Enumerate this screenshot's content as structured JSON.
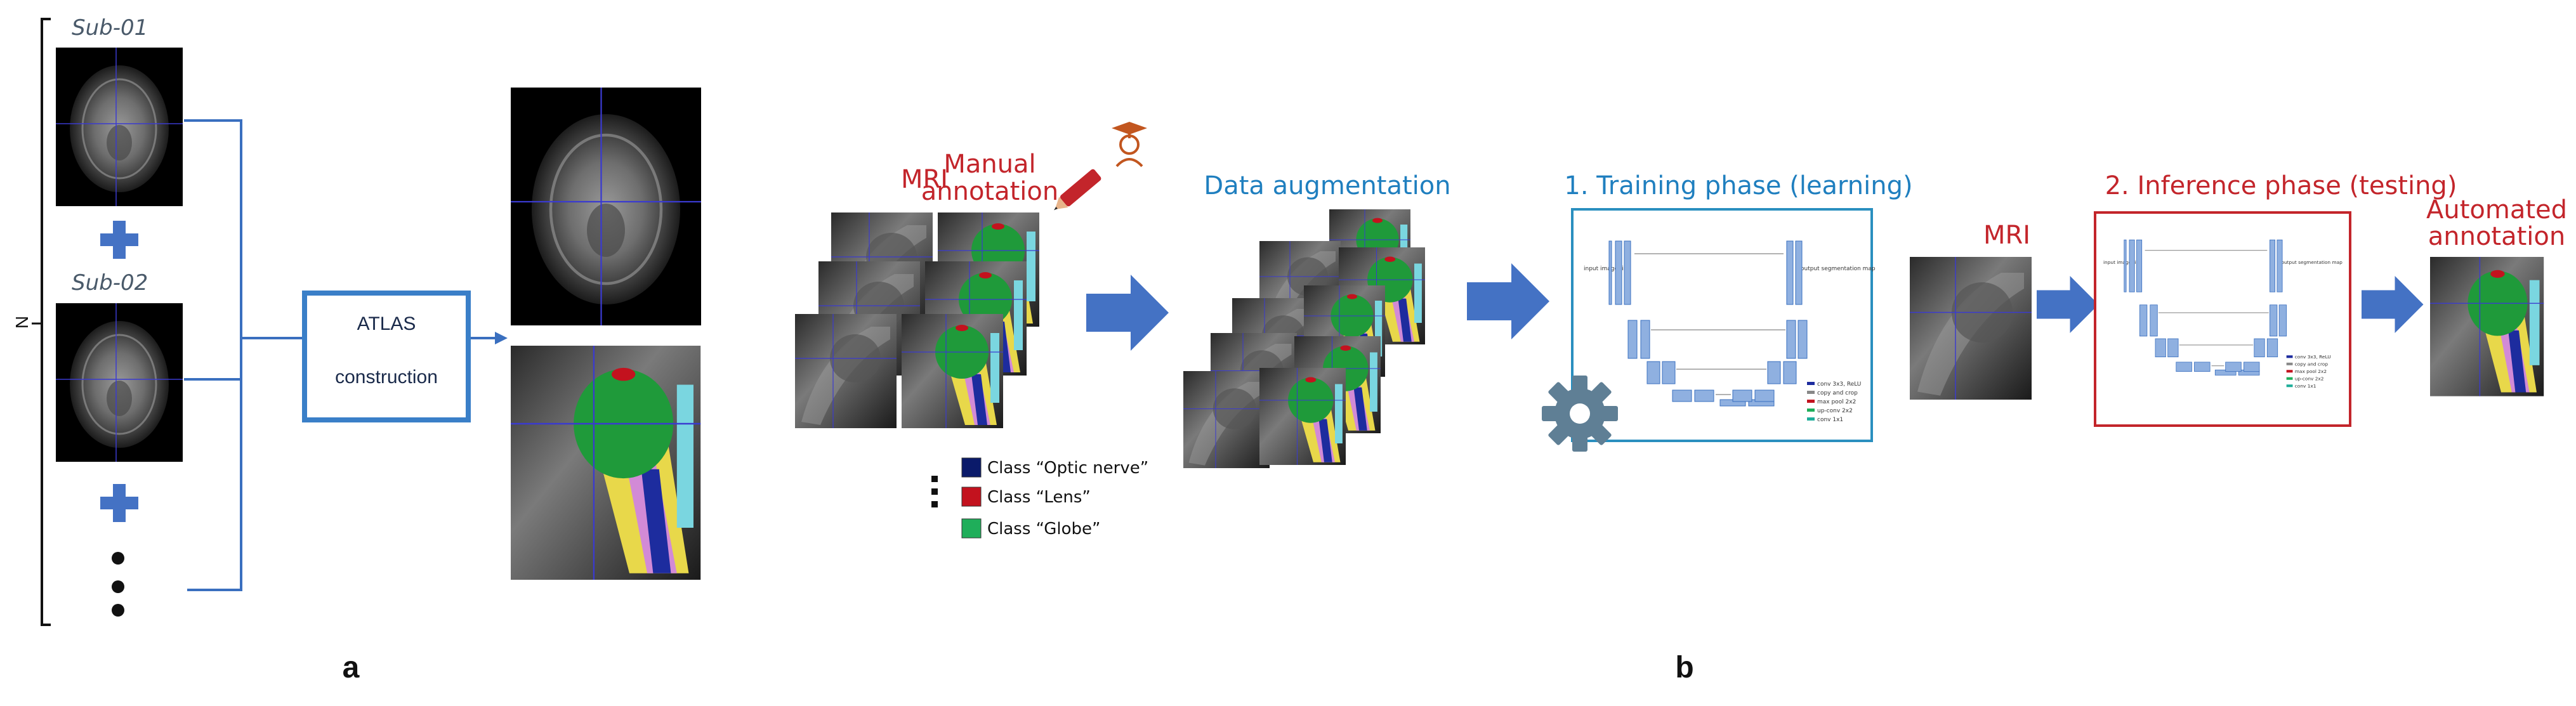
{
  "panel_a": {
    "n_label": "N",
    "subjects": [
      "Sub-01",
      "Sub-02"
    ],
    "atlas_box": {
      "line1": "ATLAS",
      "line2": "construction"
    },
    "letter": "a"
  },
  "panel_b": {
    "letter": "b",
    "mri_label": "MRI",
    "manual_annotation": {
      "line1": "Manual",
      "line2": "annotation"
    },
    "legend": [
      {
        "label": "Class “Optic nerve”",
        "color": "#0a1a6a"
      },
      {
        "label": "Class “Lens”",
        "color": "#c3121e"
      },
      {
        "label": "Class “Globe”",
        "color": "#1fae5a"
      }
    ],
    "data_augmentation": "Data augmentation",
    "training_phase": "1. Training phase (learning)",
    "inference_phase": "2. Inference phase (testing)",
    "mri_label_2": "MRI",
    "automated_annotation": {
      "line1": "Automated",
      "line2": "annotation"
    },
    "unet_legend": [
      "conv 3x3, ReLU",
      "copy and crop",
      "max pool 2x2",
      "up-conv 2x2",
      "conv 1x1"
    ],
    "unet_io": {
      "input": "input image tile",
      "output": "output segmentation map"
    }
  },
  "colors": {
    "arrow_blue": "#4472c4",
    "connector_blue": "#3a6fbf",
    "training_box": "#2a8fbf",
    "inference_box": "#c3252b",
    "heading_blue": "#1f7fbf",
    "heading_red": "#c3252b",
    "gear": "#5f7f95"
  }
}
